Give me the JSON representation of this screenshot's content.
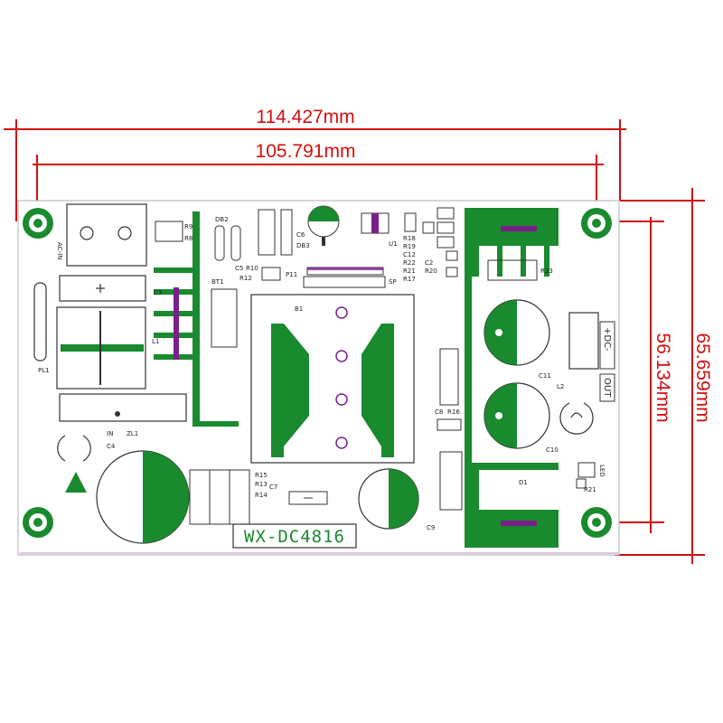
{
  "dimensions": {
    "outer_width": "114.427mm",
    "inner_width": "105.791mm",
    "inner_height": "56.134mm",
    "outer_height": "65.659mm"
  },
  "board": {
    "title": "WX-DC4816",
    "output_label": "OUT",
    "dc_label": "+DC-",
    "input_label": "IN",
    "components": {
      "r9": "R9",
      "r8": "R8",
      "db2": "DB2",
      "c6": "C6",
      "db3": "DB3",
      "c5": "C5",
      "r10": "R10",
      "r12": "R12",
      "p11": "P11",
      "bt1": "BT1",
      "u1": "U1",
      "r18": "R18",
      "r19": "R19",
      "c12": "C12",
      "r22": "R22",
      "c2": "C2",
      "r21": "R21",
      "r20": "R20",
      "r17": "R17",
      "sp": "SP",
      "r23": "R23",
      "c3": "C3",
      "l1": "L1",
      "b1": "B1",
      "pl1": "PL1",
      "zl1": "ZL1",
      "c4": "C4",
      "c11": "C11",
      "l2": "L2",
      "c8": "C8",
      "r16": "R16",
      "c10": "C10",
      "d1": "D1",
      "led": "LED",
      "r21b": "R21",
      "r15": "R15",
      "r13": "R13",
      "c7": "C7",
      "r14": "R14",
      "c9": "C9",
      "ac_in": "AC-IN"
    }
  },
  "colors": {
    "dimension": "#d01010",
    "copper": "#1a8a2e",
    "silkscreen": "#222222",
    "accent": "#7a1f8c"
  }
}
